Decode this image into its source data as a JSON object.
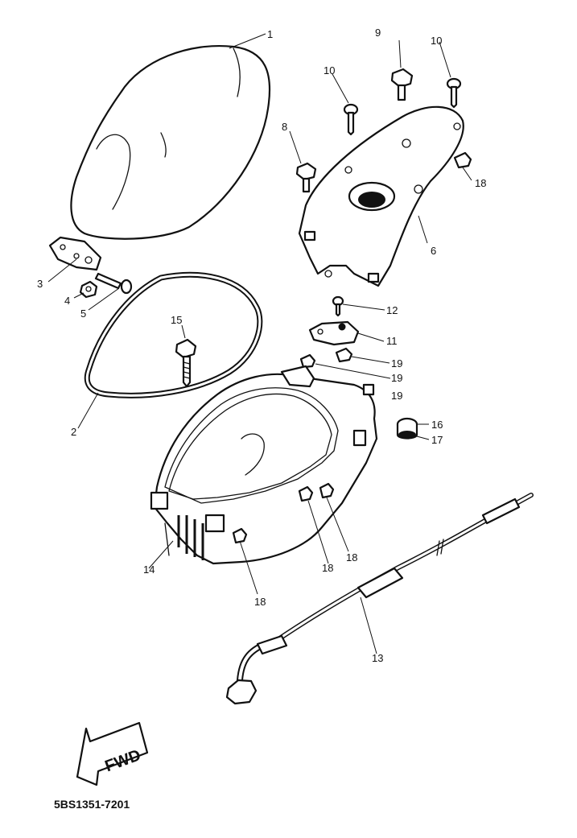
{
  "diagram": {
    "callouts": {
      "c1": "1",
      "c2": "2",
      "c3": "3",
      "c4": "4",
      "c5": "5",
      "c6": "6",
      "c8": "8",
      "c9": "9",
      "c10a": "10",
      "c10b": "10",
      "c11": "11",
      "c12": "12",
      "c13": "13",
      "c14": "14",
      "c15": "15",
      "c16": "16",
      "c17": "17",
      "c18a": "18",
      "c18b": "18",
      "c18c": "18",
      "c18d": "18",
      "c19a": "19",
      "c19b": "19",
      "c19c": "19"
    },
    "direction_label": "FWD",
    "drawing_code": "5BS1351-7201"
  }
}
